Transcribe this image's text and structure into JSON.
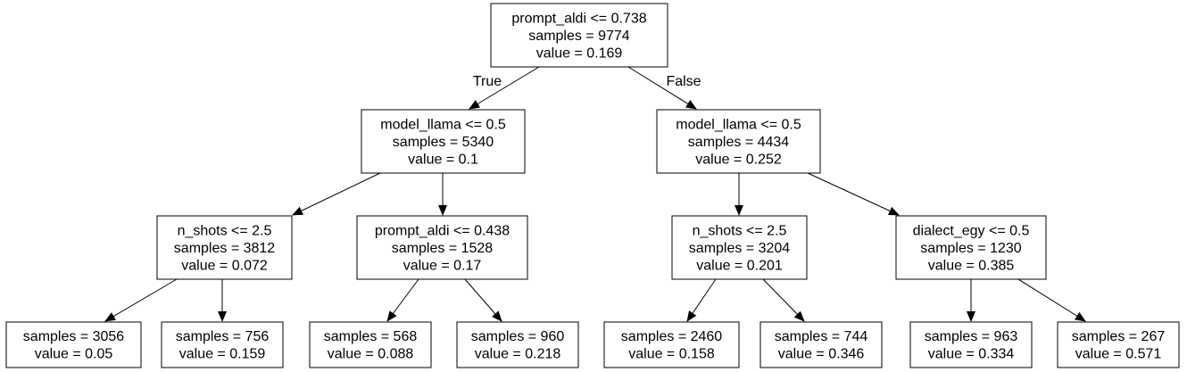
{
  "tree": {
    "edge_labels": {
      "true_label": "True",
      "false_label": "False"
    },
    "nodes": {
      "n0": [
        "prompt_aldi <= 0.738",
        "samples = 9774",
        "value = 0.169"
      ],
      "n1": [
        "model_llama <= 0.5",
        "samples = 5340",
        "value = 0.1"
      ],
      "n2": [
        "model_llama <= 0.5",
        "samples = 4434",
        "value = 0.252"
      ],
      "n3": [
        "n_shots <= 2.5",
        "samples = 3812",
        "value = 0.072"
      ],
      "n4": [
        "prompt_aldi <= 0.438",
        "samples = 1528",
        "value = 0.17"
      ],
      "n5": [
        "n_shots <= 2.5",
        "samples = 3204",
        "value = 0.201"
      ],
      "n6": [
        "dialect_egy <= 0.5",
        "samples = 1230",
        "value = 0.385"
      ],
      "n7": [
        "samples = 3056",
        "value = 0.05"
      ],
      "n8": [
        "samples = 756",
        "value = 0.159"
      ],
      "n9": [
        "samples = 568",
        "value = 0.088"
      ],
      "n10": [
        "samples = 960",
        "value = 0.218"
      ],
      "n11": [
        "samples = 2460",
        "value = 0.158"
      ],
      "n12": [
        "samples = 744",
        "value = 0.346"
      ],
      "n13": [
        "samples = 963",
        "value = 0.334"
      ],
      "n14": [
        "samples = 267",
        "value = 0.571"
      ]
    }
  }
}
